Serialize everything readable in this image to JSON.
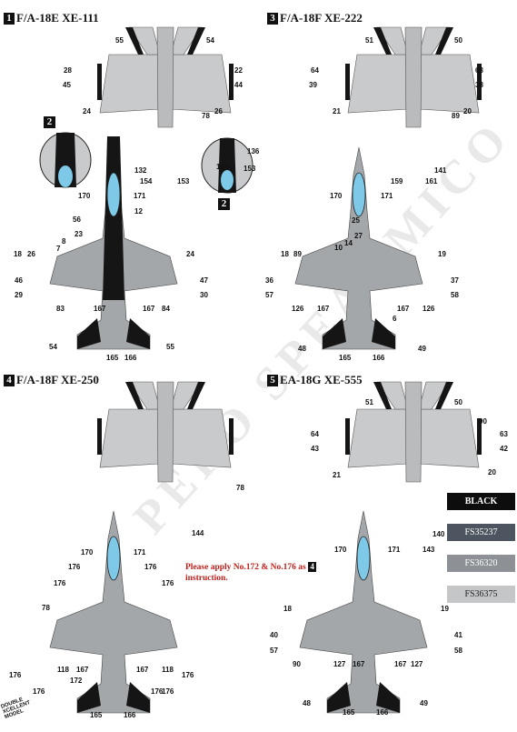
{
  "aircraft": [
    {
      "index": "1",
      "label": "F/A-18E XE-111"
    },
    {
      "index": "3",
      "label": "F/A-18F XE-222"
    },
    {
      "index": "4",
      "label": "F/A-18F XE-250"
    },
    {
      "index": "5",
      "label": "EA-18G XE-555"
    }
  ],
  "detail_tags": [
    "2",
    "2"
  ],
  "note": {
    "text": "Please apply No.172 & No.176 as",
    "ref": "4",
    "tail": "instruction."
  },
  "color_key": [
    {
      "label": "BLACK",
      "color": "#0d0d0d",
      "text_color": "#ffffff"
    },
    {
      "label": "FS35237",
      "color": "#4d5560",
      "text_color": "#ffffff"
    },
    {
      "label": "FS36320",
      "color": "#8d9195",
      "text_color": "#ffffff"
    },
    {
      "label": "FS36375",
      "color": "#c4c6c8",
      "text_color": "#222222"
    }
  ],
  "brand": {
    "line1": "DOUBLE",
    "line2": "XCELLENT",
    "line3": "MODEL"
  },
  "watermark": "PERO SPEAI MICO",
  "callouts": {
    "p1": [
      "55",
      "54",
      "28",
      "45",
      "24",
      "22",
      "44",
      "78",
      "26",
      "132",
      "154",
      "153",
      "170",
      "171",
      "12",
      "56",
      "23",
      "8",
      "7",
      "26",
      "18",
      "46",
      "29",
      "83",
      "167",
      "167",
      "84",
      "24",
      "47",
      "30",
      "54",
      "165",
      "166",
      "55"
    ],
    "d1": [
      "136",
      "157",
      "153"
    ],
    "p3": [
      "51",
      "50",
      "64",
      "39",
      "21",
      "63",
      "38",
      "89",
      "20",
      "159",
      "141",
      "161",
      "170",
      "171",
      "25",
      "27",
      "14",
      "10",
      "18",
      "89",
      "36",
      "57",
      "126",
      "167",
      "167",
      "126",
      "6",
      "19",
      "37",
      "58",
      "48",
      "165",
      "166",
      "49"
    ],
    "p4": [
      "78",
      "144",
      "170",
      "171",
      "176",
      "176",
      "176",
      "176",
      "78",
      "176",
      "118",
      "167",
      "172",
      "176",
      "167",
      "118",
      "176",
      "176",
      "176",
      "165",
      "166"
    ],
    "p5": [
      "51",
      "50",
      "64",
      "43",
      "21",
      "90",
      "63",
      "42",
      "20",
      "140",
      "170",
      "171",
      "143",
      "18",
      "40",
      "57",
      "90",
      "127",
      "167",
      "167",
      "127",
      "19",
      "41",
      "58",
      "48",
      "165",
      "166",
      "49"
    ]
  }
}
